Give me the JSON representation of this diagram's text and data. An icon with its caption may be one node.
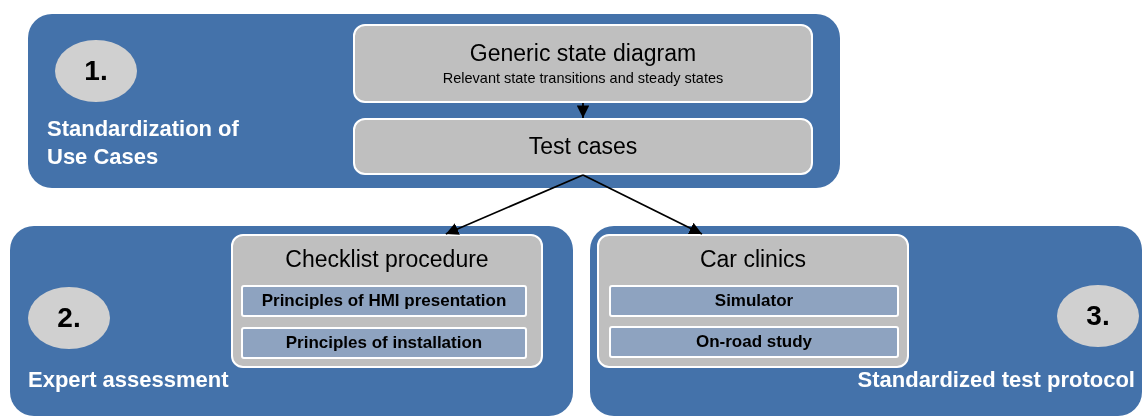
{
  "diagram": {
    "nodes": [
      {
        "text": [
          "Standardization of Use Cases"
        ]
      },
      {
        "text": [
          "1."
        ],
        "in": 0
      },
      {
        "text": [
          "Generic state diagram",
          "Relevant state transitions and steady states"
        ],
        "in": 0
      },
      {
        "text": [
          "Test cases"
        ],
        "in": 0
      },
      {
        "text": [
          "Expert assessment"
        ]
      },
      {
        "text": [
          "2."
        ],
        "in": 4
      },
      {
        "text": [
          "Checklist procedure"
        ],
        "in": 4
      },
      {
        "text": [
          "Principles of HMI presentation"
        ],
        "in": 6
      },
      {
        "text": [
          "Principles of installation"
        ],
        "in": 6
      },
      {
        "text": [
          "Standardized test protocol"
        ]
      },
      {
        "text": [
          "3."
        ],
        "in": 9
      },
      {
        "text": [
          "Car clinics"
        ],
        "in": 9
      },
      {
        "text": [
          "Simulator"
        ],
        "in": 11
      },
      {
        "text": [
          "On-road study"
        ],
        "in": 11
      }
    ],
    "edges": [
      {
        "from": 2,
        "to": 3,
        "arrow": "to"
      },
      {
        "from": 3,
        "to": 6,
        "arrow": "to"
      },
      {
        "from": 3,
        "to": 11,
        "arrow": "to"
      }
    ]
  }
}
